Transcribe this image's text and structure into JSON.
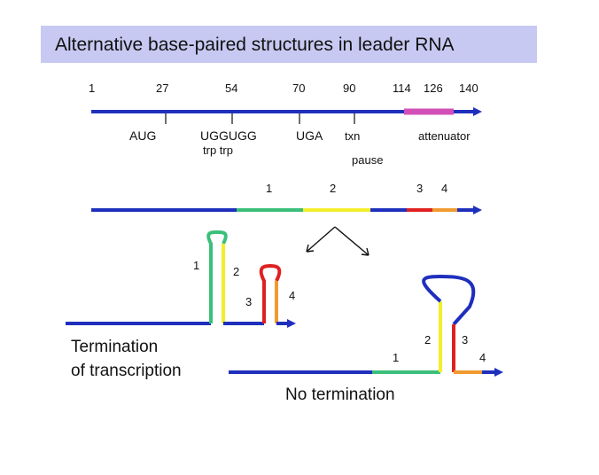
{
  "title": "Alternative base-paired structures in leader RNA",
  "positions": [
    "1",
    "27",
    "54",
    "70",
    "90",
    "114",
    "126",
    "140"
  ],
  "features": {
    "aug": "AUG",
    "ugg": "UGGUGG",
    "trp": "trp trp",
    "uga": "UGA",
    "txn": "txn",
    "pause": "pause",
    "attenuator": "attenuator"
  },
  "regions": [
    "1",
    "2",
    "3",
    "4"
  ],
  "outcomes": {
    "termination_line1": "Termination",
    "termination_line2": "of transcription",
    "no_termination": "No termination"
  },
  "colors": {
    "strand": "#1f2fbd",
    "region1": "#3bbf7a",
    "region2": "#f3ee2a",
    "region3": "#e02020",
    "region4": "#f09a30",
    "attenuator": "#d24fb8",
    "title_bg": "#c7c9f2"
  }
}
